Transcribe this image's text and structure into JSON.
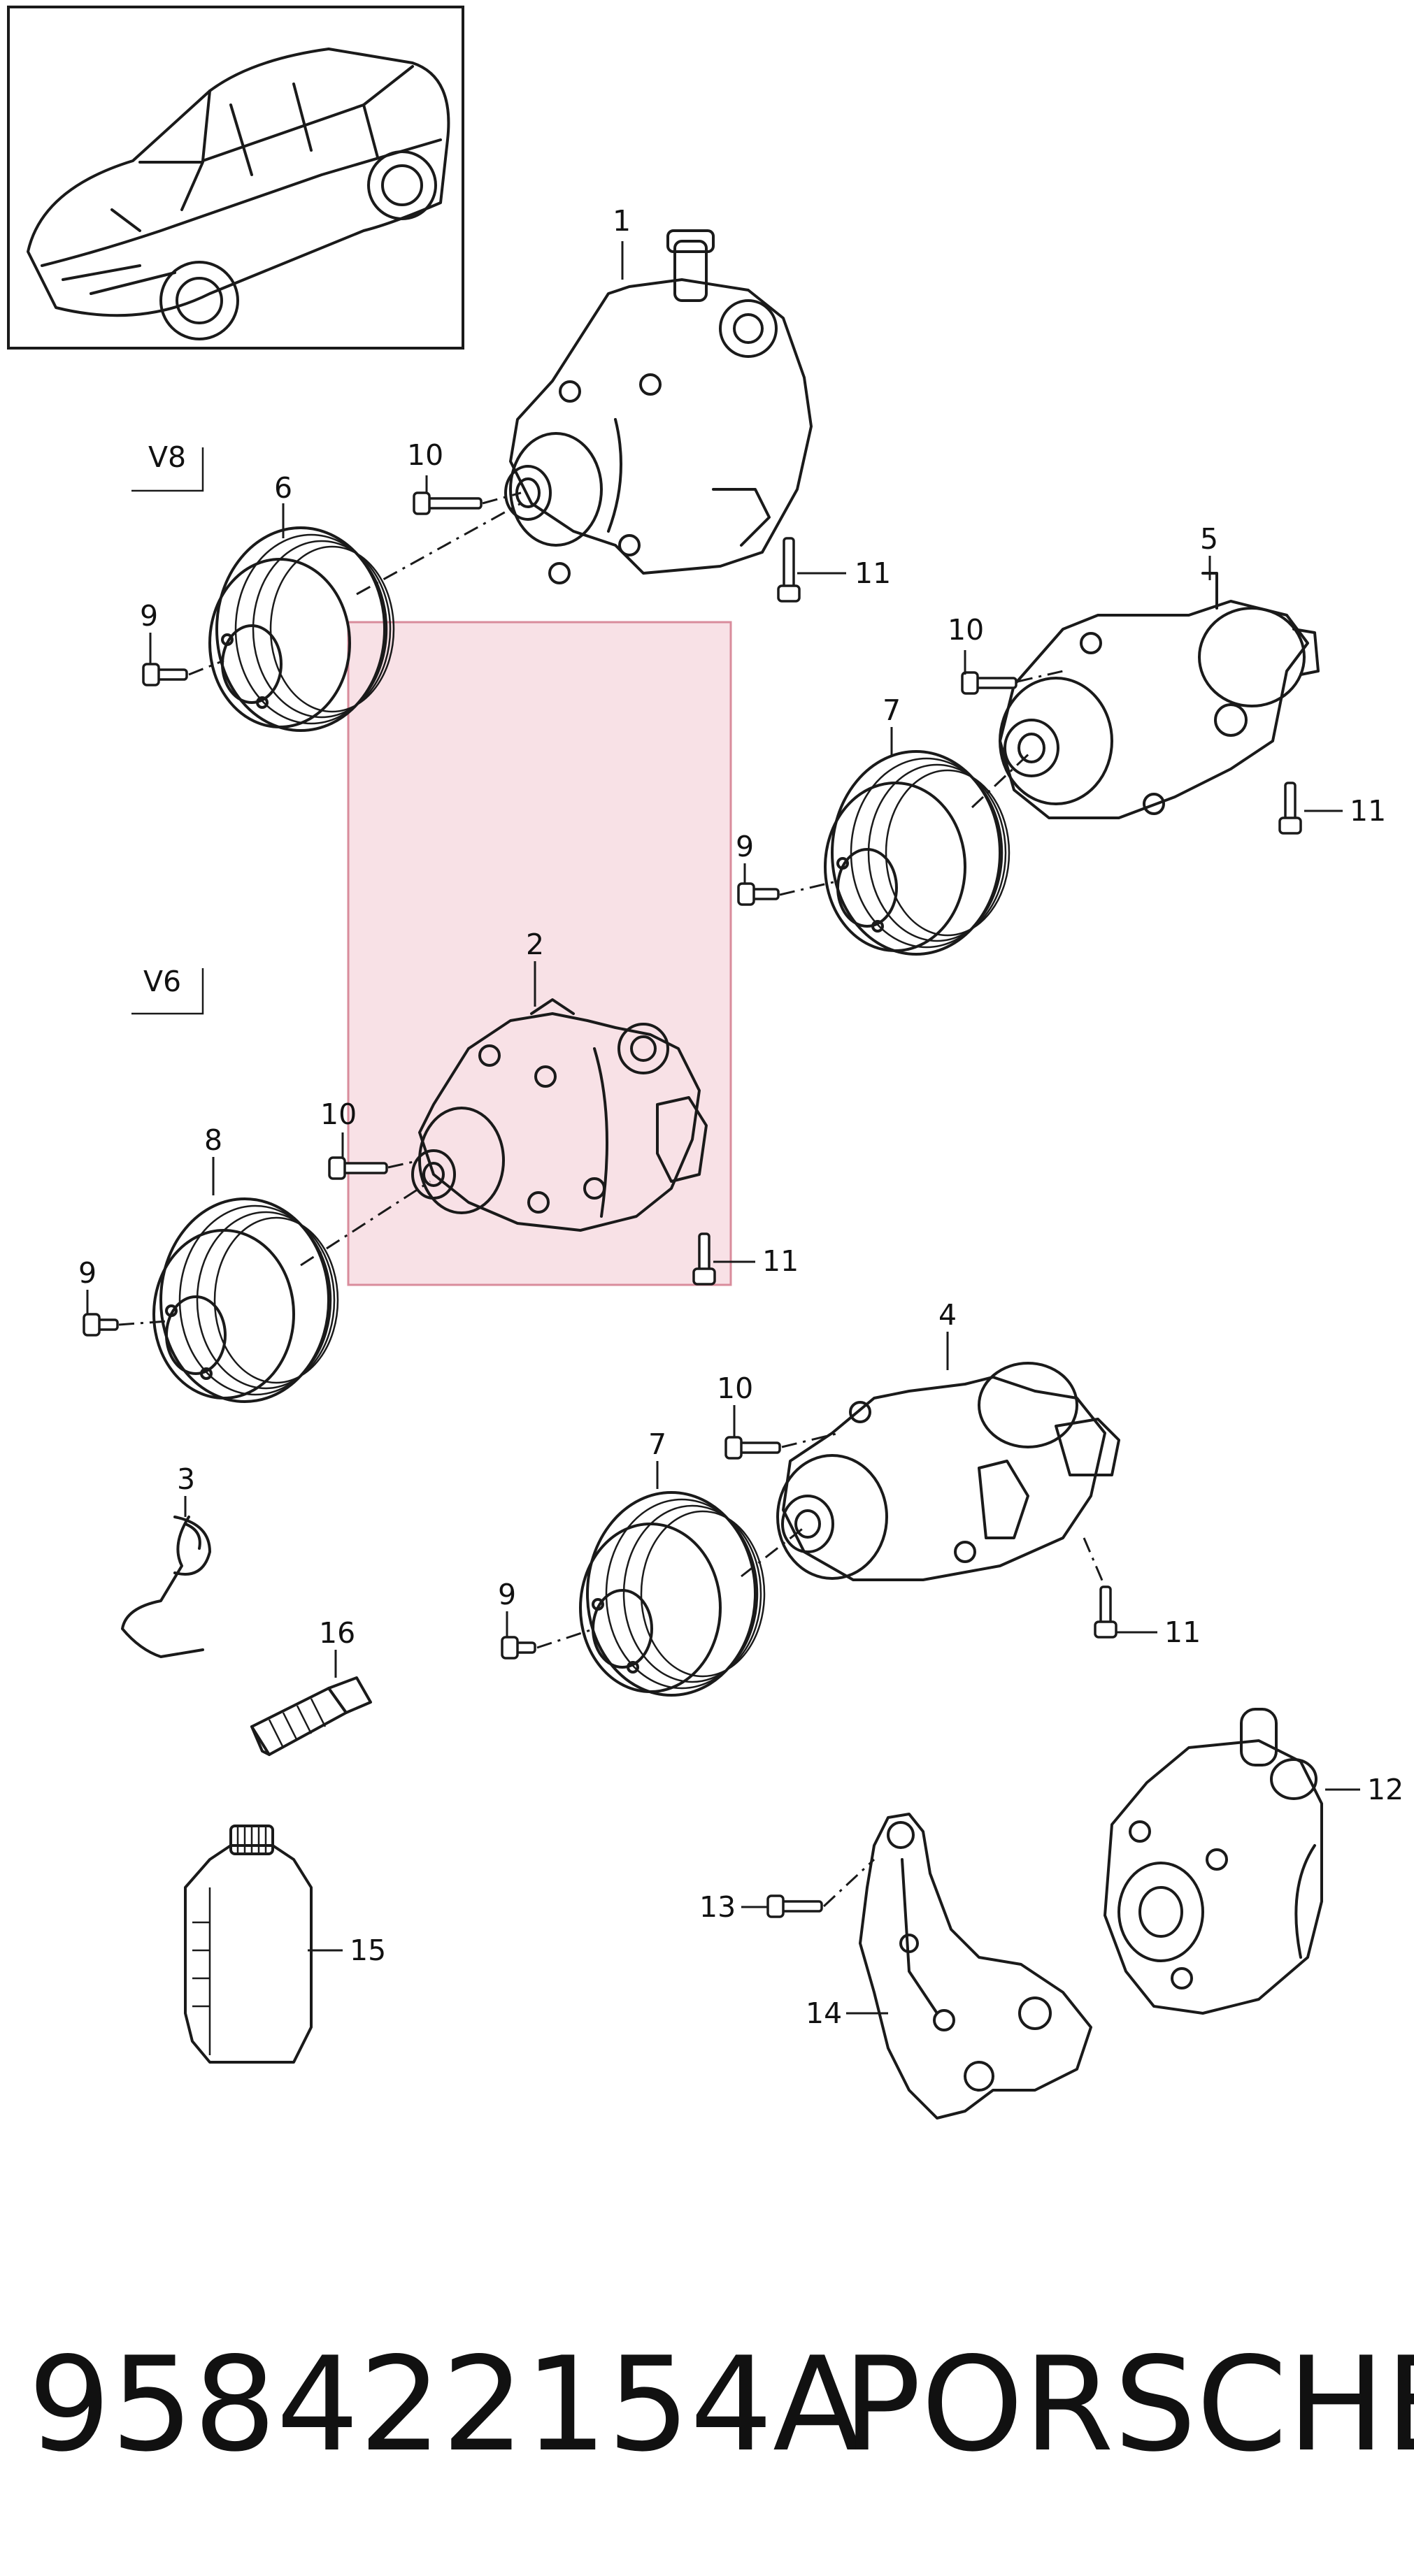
{
  "footer": {
    "part_number": "958422154A",
    "brand": "PORSCHE"
  },
  "engine_labels": {
    "v8": "V8",
    "v6": "V6"
  },
  "callouts": {
    "c1": "1",
    "c2": "2",
    "c3": "3",
    "c4": "4",
    "c5": "5",
    "c6": "6",
    "c7a": "7",
    "c7b": "7",
    "c8": "8",
    "c9a": "9",
    "c9b": "9",
    "c9c": "9",
    "c9d": "9",
    "c10a": "10",
    "c10b": "10",
    "c10c": "10",
    "c10d": "10",
    "c11a": "11",
    "c11b": "11",
    "c11c": "11",
    "c11d": "11",
    "c12": "12",
    "c13": "13",
    "c14": "14",
    "c15": "15",
    "c16": "16"
  },
  "highlight_color": "#f7dce2",
  "highlight_border": "#d98c9c"
}
